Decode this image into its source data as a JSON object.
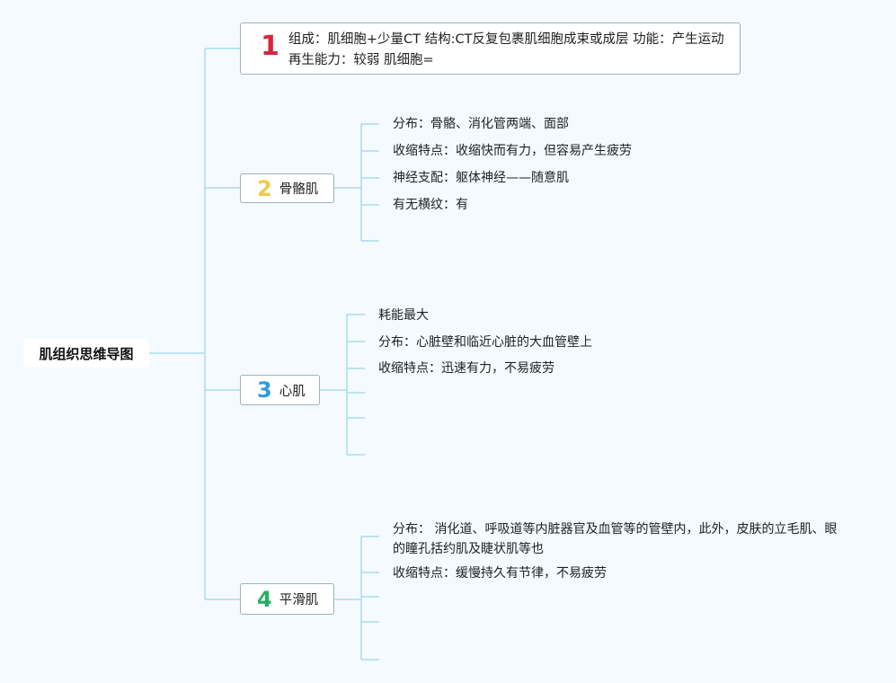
{
  "root": {
    "title": "肌组织思维导图"
  },
  "colors": {
    "line": "#a9dced",
    "num1": "#d7263d",
    "num2": "#f2c94c",
    "num3": "#2d9cdb",
    "num4": "#27ae60"
  },
  "branches": [
    {
      "num": "1",
      "label": "组成：肌细胞+少量CT 结构:CT反复包裹肌细胞成束或成层 功能：产生运动 再生能力：较弱 肌细胞="
    },
    {
      "num": "2",
      "label": "骨骼肌",
      "leaves": [
        "分布：骨骼、消化管两端、面部",
        "收缩特点：收缩快而有力，但容易产生疲劳",
        "神经支配：躯体神经——随意肌",
        "有无横纹：有"
      ]
    },
    {
      "num": "3",
      "label": "心肌",
      "leaves": [
        "耗能最大",
        "分布：心脏壁和临近心脏的大血管壁上",
        "收缩特点：迅速有力，不易疲劳"
      ]
    },
    {
      "num": "4",
      "label": "平滑肌",
      "leaves": [
        "分布： 消化道、呼吸道等内脏器官及血管等的管壁内，此外，皮肤的立毛肌、眼的瞳孔括约肌及睫状肌等也",
        "收缩特点：缓慢持久有节律，不易疲劳"
      ]
    }
  ]
}
